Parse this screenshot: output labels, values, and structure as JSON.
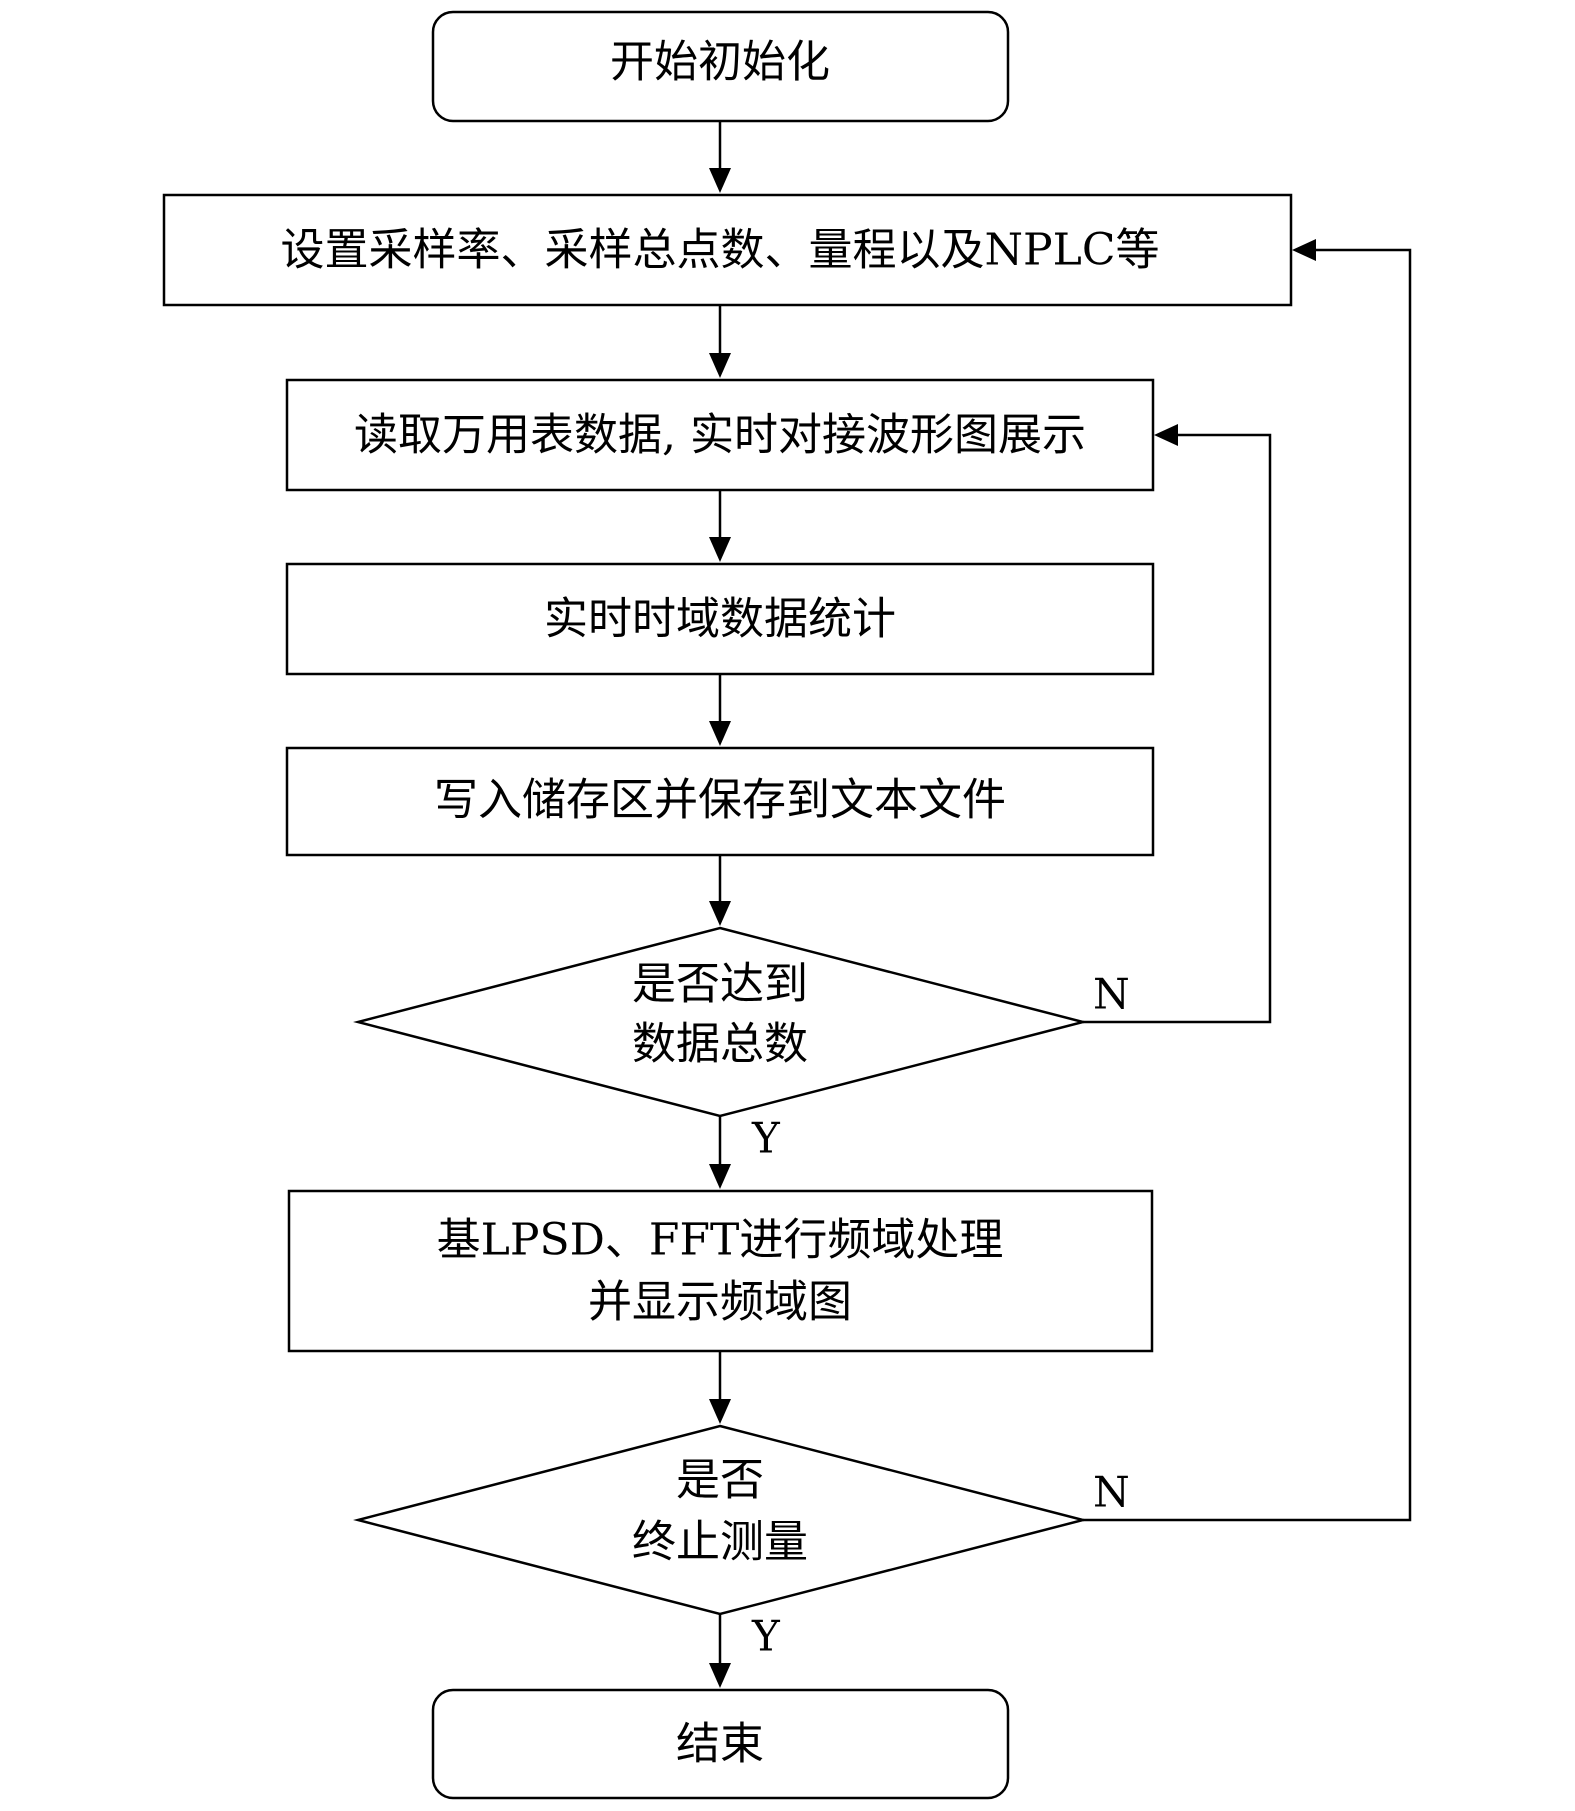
{
  "diagram": {
    "nodes": {
      "start": {
        "label": "开始初始化"
      },
      "settings": {
        "label": "设置采样率、采样总点数、量程以及NPLC等"
      },
      "read_data": {
        "label": "读取万用表数据, 实时对接波形图展示"
      },
      "stats": {
        "label": "实时时域数据统计"
      },
      "write": {
        "label": "写入储存区并保存到文本文件"
      },
      "decision_total": {
        "line1": "是否达到",
        "line2": "数据总数"
      },
      "freq_process": {
        "line1": "基LPSD、FFT进行频域处理",
        "line2": "并显示频域图"
      },
      "decision_stop": {
        "line1": "是否",
        "line2": "终止测量"
      },
      "end": {
        "label": "结束"
      }
    },
    "edge_labels": {
      "total_no": "N",
      "total_yes": "Y",
      "stop_no": "N",
      "stop_yes": "Y"
    }
  }
}
